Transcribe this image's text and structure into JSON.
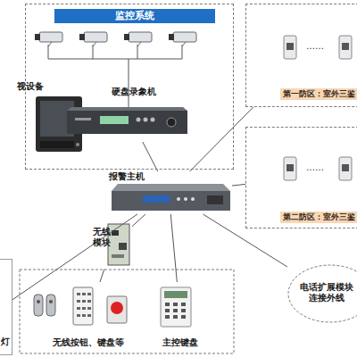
{
  "diagram": {
    "nodes": [
      {
        "text": [
          "监控系统"
        ]
      },
      {
        "text": [
          "视设备"
        ],
        "in": 0
      },
      {
        "text": [
          "硬盘录象机"
        ],
        "in": 0
      },
      {
        "text": [
          "第一防区：室外三鉴"
        ]
      },
      {
        "text": [
          "第二防区：室外三鉴"
        ]
      },
      {
        "text": [
          "报警主机"
        ]
      },
      {
        "text": [
          "无线模块"
        ]
      },
      {
        "text": [
          "无线按钮、键盘等"
        ]
      },
      {
        "text": [
          "主控键盘"
        ]
      },
      {
        "text": [
          "电话扩展模块连接外线"
        ]
      },
      {
        "text": [
          "灯"
        ]
      }
    ],
    "edges": [
      {
        "from": 5,
        "to": 2,
        "arrow": "none"
      },
      {
        "from": 5,
        "to": 3,
        "arrow": "none"
      },
      {
        "from": 5,
        "to": 4,
        "arrow": "none"
      },
      {
        "from": 5,
        "to": 6,
        "arrow": "none"
      },
      {
        "from": 6,
        "to": 7,
        "arrow": "none"
      },
      {
        "from": 5,
        "to": 8,
        "arrow": "none"
      },
      {
        "from": 5,
        "to": 9,
        "arrow": "none"
      },
      {
        "from": 5,
        "to": 10,
        "arrow": "none"
      }
    ],
    "labels": [
      "……",
      "……"
    ]
  }
}
